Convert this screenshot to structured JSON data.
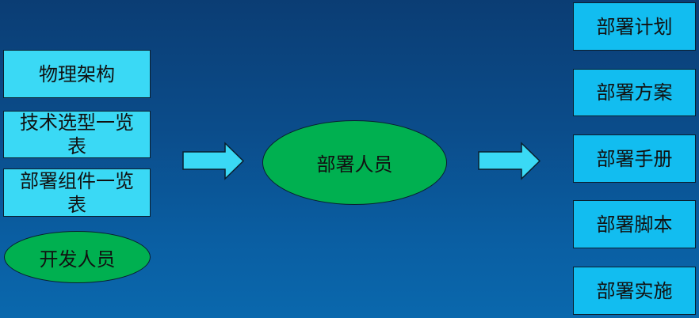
{
  "colors": {
    "background_top": "#0b3d74",
    "background_bottom": "#0a68ad",
    "left_box_fill": "#3ad9f5",
    "right_box_fill": "#12bdf0",
    "ellipse_fill": "#00b050",
    "arrow_fill": "#3ad9f5",
    "stroke": "#0a1f2e"
  },
  "inputs": {
    "boxes": [
      {
        "label": "物理架构"
      },
      {
        "label": "技术选型一览\n表"
      },
      {
        "label": "部署组件一览\n表"
      }
    ],
    "role": {
      "label": "开发人员"
    }
  },
  "center": {
    "label": "部署人员"
  },
  "arrows": [
    {
      "name": "input-to-center"
    },
    {
      "name": "center-to-outputs"
    }
  ],
  "outputs": {
    "boxes": [
      {
        "label": "部署计划"
      },
      {
        "label": "部署方案"
      },
      {
        "label": "部署手册"
      },
      {
        "label": "部署脚本"
      },
      {
        "label": "部署实施"
      }
    ]
  }
}
